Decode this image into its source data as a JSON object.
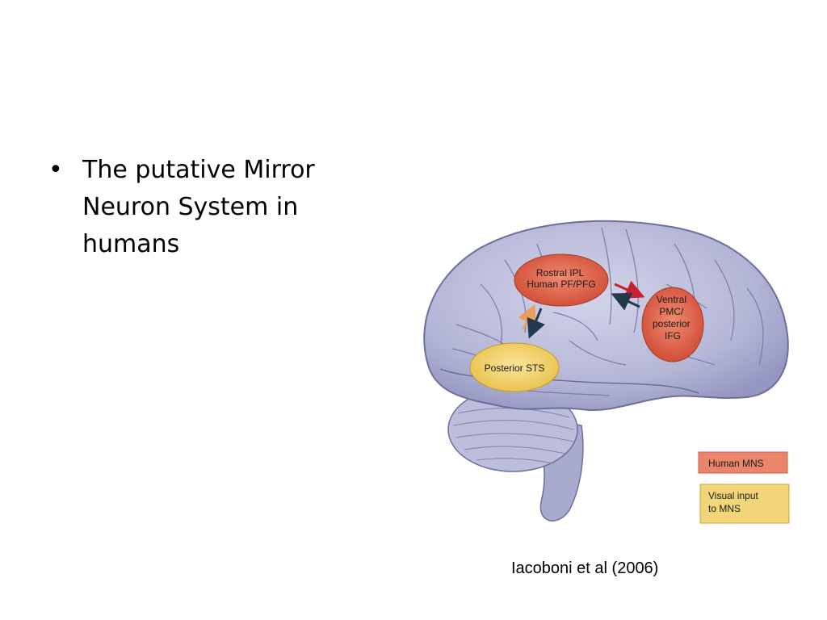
{
  "bullet_list": {
    "items": [
      {
        "marker": "•",
        "text": "The putative Mirror Neuron System in humans"
      }
    ]
  },
  "diagram": {
    "regions": {
      "rostral_ipl": [
        "Rostral IPL",
        "Human PF/PFG"
      ],
      "ventral_pmc": [
        "Ventral",
        "PMC/",
        "posterior",
        "IFG"
      ],
      "posterior_sts": [
        "Posterior STS"
      ]
    },
    "legend": {
      "human_mns": {
        "lines": [
          "Human MNS"
        ],
        "color": "#e8856b"
      },
      "visual_input": {
        "lines": [
          "Visual input",
          "to MNS"
        ],
        "color": "#f3d57a"
      }
    },
    "colors": {
      "brain": "#b8bad8",
      "brain_outline": "#6c6f9c",
      "mns_region": "#d9573f",
      "sts_region": "#f0cd5e",
      "arrow_red": "#c8202e",
      "arrow_dark": "#233a4e",
      "arrow_orange": "#e8a05a"
    }
  },
  "citation": {
    "text": "Iacoboni et al (2006)"
  }
}
